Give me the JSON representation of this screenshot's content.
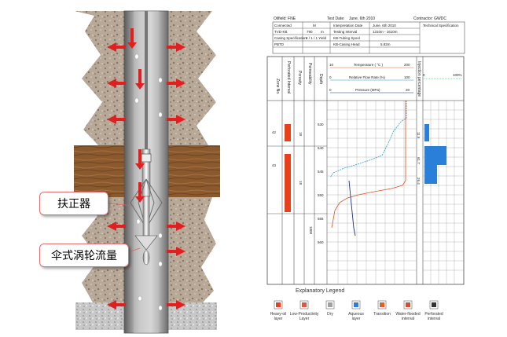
{
  "callouts": {
    "centralizer": "扶正器",
    "umbrella_meter": "伞式涡轮流量"
  },
  "report_header": {
    "row1": {
      "oilfield": "Oilfield: FNE",
      "test_date": "Test Date:",
      "test_date_value": "June, 6th 2010",
      "contractor": "Contractor: GWDC"
    },
    "row2": {
      "label1": "Connected",
      "value1": "M",
      "label2": "Interpretation Date",
      "value2": "June. 6th 2010",
      "label3": "Technical Specification"
    },
    "row3": {
      "label1": "TVD-KB",
      "value1": "790",
      "unit1": "m",
      "label2": "Testing Interval",
      "value2": "1310m - 1610m"
    },
    "row4": {
      "label1": "Casing Specification",
      "value1": "8 / 1 / 1 Yield",
      "label2": "KB-Tubing Spool"
    },
    "row5": {
      "label1": "PBTD",
      "label2": "KB-Casing Head",
      "value2": "5.82m"
    }
  },
  "track_headers": {
    "zone_no": "Zone No.",
    "perforated_interval": "Perforated Interval",
    "porosity": "Porosity",
    "permeability": "Permeability",
    "depth": "Depth",
    "temperature": "Temperature ( °C )",
    "temp_min": "10",
    "temp_max": "200",
    "flow_rate": "Relative Flow Rate (%)",
    "flow_min": "0",
    "flow_max": "100",
    "pressure": "Pressure (MPa)",
    "pres_min": "0",
    "pres_max": "20",
    "injection_pct": "Injection percentage",
    "inj_min": "0",
    "inj_max": "100%"
  },
  "zones": {
    "z1": "42",
    "z2": "43"
  },
  "depth_ticks": [
    "530",
    "540",
    "545",
    "550",
    "555",
    "560"
  ],
  "porosity_values": [
    "18",
    "18"
  ],
  "permeability_value": "1000",
  "injection_values": {
    "v1": "11.9",
    "v2": "61.7",
    "v3": "26.4"
  },
  "legend": {
    "title": "Explanatory Legend",
    "items": [
      {
        "label": "Heavy-oil\nlayer",
        "color": "#e8401c"
      },
      {
        "label": "Low-Productivity\nLayer",
        "color": "#d85a3a"
      },
      {
        "label": "Dry",
        "color": "#a0a0a0"
      },
      {
        "label": "Aqueous\nlayer",
        "color": "#2a80d8"
      },
      {
        "label": "Transition",
        "color": "#e0602a"
      },
      {
        "label": "Water-flooded\ninterval",
        "color": "#d05030"
      },
      {
        "label": "Perforated\ninterval",
        "color": "#333333"
      }
    ]
  }
}
